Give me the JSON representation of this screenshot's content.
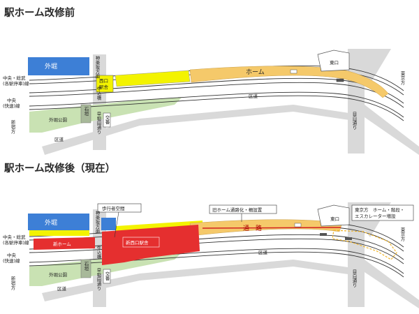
{
  "titles": {
    "before": "駅ホーム改修前",
    "after": "駅ホーム改修後（現在）"
  },
  "before": {
    "outer_moat": "外堀",
    "kagurazaka": "神楽坂方面",
    "ushigome_bridge": "牛込橋",
    "west_exit": "西口",
    "station_building": "駅舎",
    "platform": "ホーム",
    "east_exit": "東口",
    "tokyo_dir": "東京方",
    "chuo_sobu": "中央・総武",
    "local_line": "(各駅停車)線",
    "chuo_rapid": "中央",
    "rapid": "(快速)線",
    "shinjuku_dir": "新宿方",
    "park": "外堀公園",
    "ward_road": "区道",
    "ward_road2": "区道",
    "ishigaki": "石垣",
    "waseda_st": "早稲田通り",
    "mejiro_st": "目白通り",
    "koban": "交番"
  },
  "after": {
    "outer_moat": "外堀",
    "kagurazaka": "神楽坂方面",
    "ushigome_bridge": "牛込橋",
    "pedestrian_space": "歩行者空間",
    "old_platform_note": "旧ホーム通路化・柵設置",
    "passage": "通　路",
    "east_exit": "東口",
    "escalator_note_1": "東京方　ホーム・階段・",
    "escalator_note_2": "エスカレーター増設",
    "new_platform": "新ホーム",
    "new_west_station": "新西口駅舎",
    "tokyo_dir": "東京方",
    "chuo_sobu": "中央・総武",
    "local_line": "(各駅停車)線",
    "chuo_rapid": "中央",
    "rapid": "(快速)線",
    "shinjuku_dir": "新宿方",
    "park": "外堀公園",
    "ward_road": "区道",
    "ward_road2": "区道",
    "ishigaki": "石垣",
    "waseda_st": "早稲田通り",
    "mejiro_st": "目白通り",
    "koban": "交番"
  },
  "colors": {
    "moat": "#3d7fd6",
    "park": "#c9e2b3",
    "road": "#d9d9d9",
    "old_platform": "#f5c96a",
    "west_platform_old": "#f3f300",
    "new_platform": "#e52f2f",
    "escalator_outline": "#f0b429",
    "passage_stroke": "#d21f1f"
  }
}
